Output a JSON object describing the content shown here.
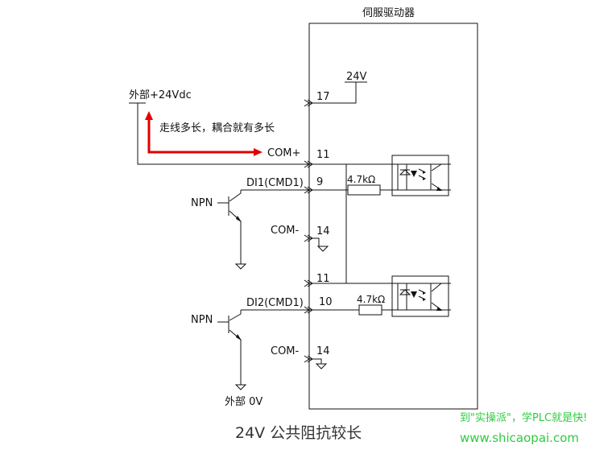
{
  "drive": {
    "title": "伺服驱动器"
  },
  "supply": {
    "v24": "24V",
    "external_24vdc": "外部+24Vdc",
    "external_0v": "外部 0V"
  },
  "note": "走线多长，耦合就有多长",
  "signals": {
    "com_plus": "COM+",
    "di1": "DI1(CMD1)",
    "di2": "DI2(CMD1)",
    "com_minus_1": "COM-",
    "com_minus_2": "COM-",
    "npn_1": "NPN",
    "npn_2": "NPN"
  },
  "pins": {
    "p17": "17",
    "p11a": "11",
    "p9": "9",
    "p14a": "14",
    "p11b": "11",
    "p10": "10",
    "p14b": "14"
  },
  "resistors": {
    "r1": "4.7kΩ",
    "r2": "4.7kΩ"
  },
  "caption": "24V 公共阻抗较长",
  "watermark": {
    "line1": "到\"实操派\"，学PLC就是快!",
    "line2": "www.shicaopai.com"
  },
  "colors": {
    "highlight": "#e00000",
    "watermark": "#2ecc40",
    "line": "#111111"
  }
}
